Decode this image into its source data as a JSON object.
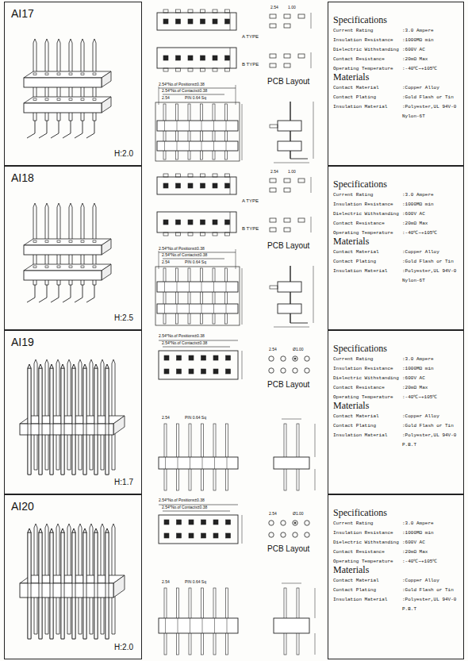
{
  "diagram": {
    "nodes": [
      {
        "text": [
          "AI17",
          "H:2.0"
        ]
      },
      {
        "text": [
          "Specifications",
          "Current Rating",
          ":3.0 Ampere",
          "Insulation Resistance",
          ":1000MΩ min",
          "Dielectric Withstanding",
          ":600V AC",
          "Contact Resistance",
          ":20mΩ Max",
          "Operating Temperature",
          ":-40℃~+105℃",
          "Materials",
          "Contact Material",
          ":Copper Alloy",
          "Contact Plating",
          ":Gold Flash or Tin",
          "Insulation Material",
          ":Polyester,UL 94V-0",
          "Nylon-6T"
        ]
      },
      {
        "text": [
          "AI18",
          "H:2.5"
        ]
      },
      {
        "text": [
          "Specifications",
          "Current Rating",
          ":3.0 Ampere",
          "Insulation Resistance",
          ":1000MΩ min",
          "Dielectric Withstanding",
          ":600V AC",
          "Contact Resistance",
          ":20mΩ Max",
          "Operating Temperature",
          ":-40℃~+105℃",
          "Materials",
          "Contact Material",
          ":Copper Alloy",
          "Contact Plating",
          ":Gold Flash or Tin",
          "Insulation Material",
          ":Polyester,UL 94V-0",
          "Nylon-6T"
        ]
      },
      {
        "text": [
          "AI19",
          "H:1.7"
        ]
      },
      {
        "text": [
          "Specifications",
          "Current Rating",
          ":3.0 Ampere",
          "Insulation Resistance",
          ":1000MΩ min",
          "Dielectric Withstanding",
          ":600V AC",
          "Contact Resistance",
          ":20mΩ Max",
          "Operating Temperature",
          ":-40℃~+105℃",
          "Materials",
          "Contact Material",
          ":Copper Alloy",
          "Contact Plating",
          ":Gold Flash or Tin",
          "Insulation Material",
          ":Polyester,UL 94V-0",
          "P.B.T"
        ]
      },
      {
        "text": [
          "AI20",
          "H:2.0"
        ]
      },
      {
        "text": [
          "Specifications",
          "Current Rating",
          ":3.0 Ampere",
          "Insulation Resistance",
          ":1000MΩ min",
          "Dielectric Withstanding",
          ":600V AC",
          "Contact Resistance",
          ":20mΩ Max",
          "Operating Temperature",
          ":-40℃~+105℃",
          "Materials",
          "Contact Material",
          ":Copper Alloy",
          "Contact Plating",
          ":Gold Flash or Tin",
          "Insulation Material",
          ":Polyester,UL 94V-0",
          "P.B.T"
        ]
      }
    ],
    "labels": [
      "A TYPE",
      "B TYPE",
      "PCB Layout",
      "2.54*No.of Positions±0.38",
      "2.54*No.of Contacts±0.38",
      "2.54",
      "PIN 0.64 Sq",
      "2.54",
      "1.00",
      "A TYPE",
      "B TYPE",
      "PCB Layout",
      "2.54*No.of Positions±0.38",
      "2.54*No.of Contacts±0.38",
      "2.54",
      "PIN 0.64 Sq",
      "2.54",
      "1.00",
      "PCB Layout",
      "2.54*No.of Positions±0.38",
      "2.54*No.of Contacts±0.38",
      "2.54",
      "PIN 0.64 Sq",
      "2.54",
      "Ø1.00",
      "PCB Layout",
      "2.54*No.of Positions±0.38",
      "2.54*No.of Contacts±0.38",
      "2.54",
      "PIN 0.64 Sq",
      "2.54",
      "Ø1.00"
    ]
  }
}
